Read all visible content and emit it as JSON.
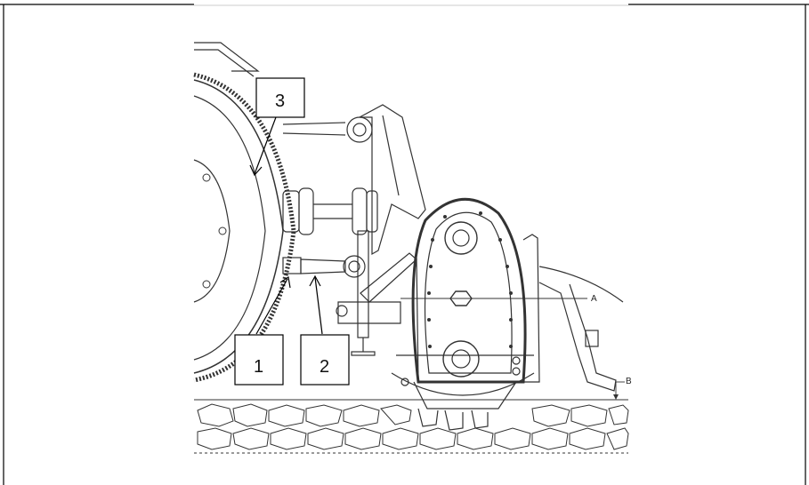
{
  "callouts": [
    {
      "id": "1",
      "text": "1"
    },
    {
      "id": "2",
      "text": "2"
    },
    {
      "id": "3",
      "text": "3"
    }
  ],
  "markers": {
    "a": "A",
    "b": "B"
  }
}
